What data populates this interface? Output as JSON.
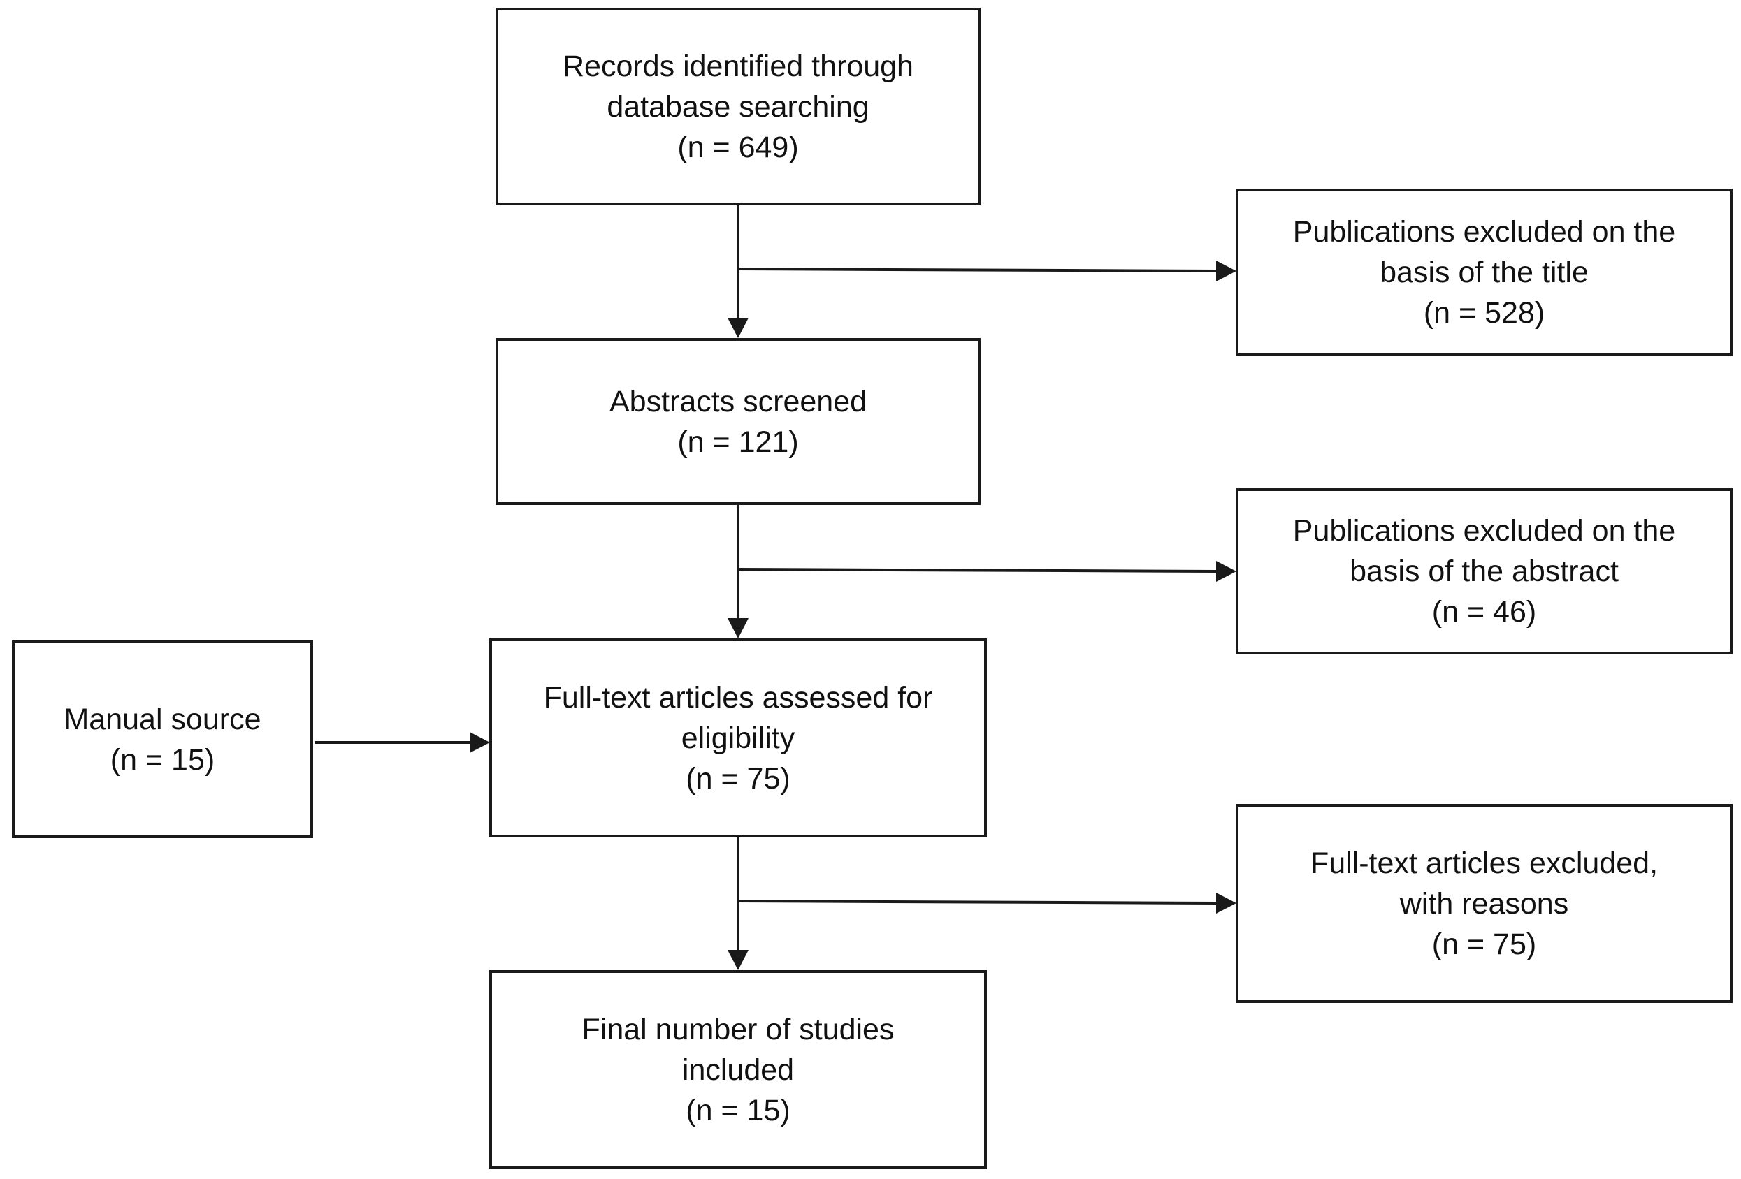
{
  "flowchart": {
    "records_identified": {
      "line1": "Records identified through",
      "line2": "database searching",
      "count": "(n = 649)"
    },
    "excluded_title": {
      "line1": "Publications excluded on the",
      "line2": "basis of the title",
      "count": "(n = 528)"
    },
    "abstracts_screened": {
      "line1": "Abstracts screened",
      "count": "(n = 121)"
    },
    "excluded_abstract": {
      "line1": "Publications excluded on the",
      "line2": "basis of the abstract",
      "count": "(n = 46)"
    },
    "manual_source": {
      "line1": "Manual source",
      "count": "(n = 15)"
    },
    "full_text_assessed": {
      "line1": "Full-text articles assessed for",
      "line2": "eligibility",
      "count": "(n = 75)"
    },
    "full_text_excluded": {
      "line1": "Full-text articles excluded,",
      "line2": "with reasons",
      "count": "(n = 75)"
    },
    "final_included": {
      "line1": "Final number of studies",
      "line2": "included",
      "count": "(n = 15)"
    }
  }
}
